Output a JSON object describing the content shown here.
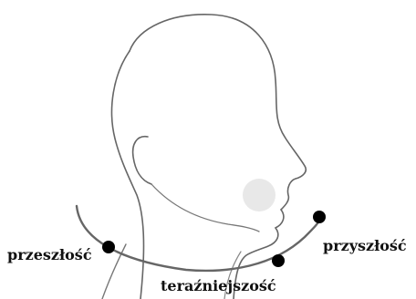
{
  "labels": {
    "past": "przeszłość",
    "present": "teraźniejszość",
    "future": "przyszłość"
  },
  "colors": {
    "line": "#666666",
    "dot": "#000000",
    "cheek": "#e2e2e2",
    "text": "#111111"
  }
}
